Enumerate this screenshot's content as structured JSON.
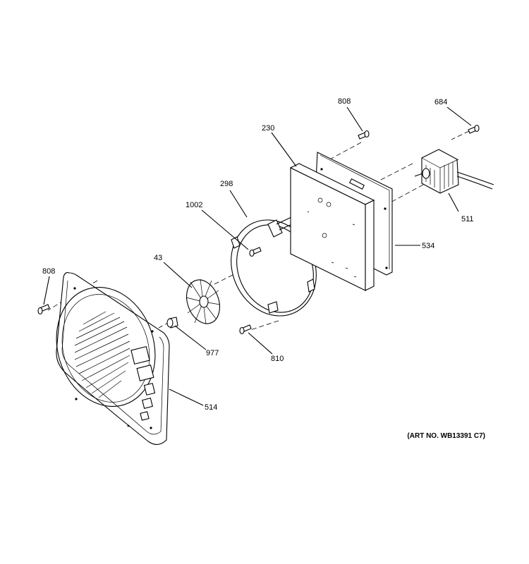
{
  "labels": {
    "p808_top": "808",
    "p684": "684",
    "p230": "230",
    "p298": "298",
    "p1002": "1002",
    "p511": "511",
    "p534": "534",
    "p43": "43",
    "p808_left": "808",
    "p977": "977",
    "p810": "810",
    "p514": "514"
  },
  "art_number": "(ART NO. WB13391 C7)"
}
